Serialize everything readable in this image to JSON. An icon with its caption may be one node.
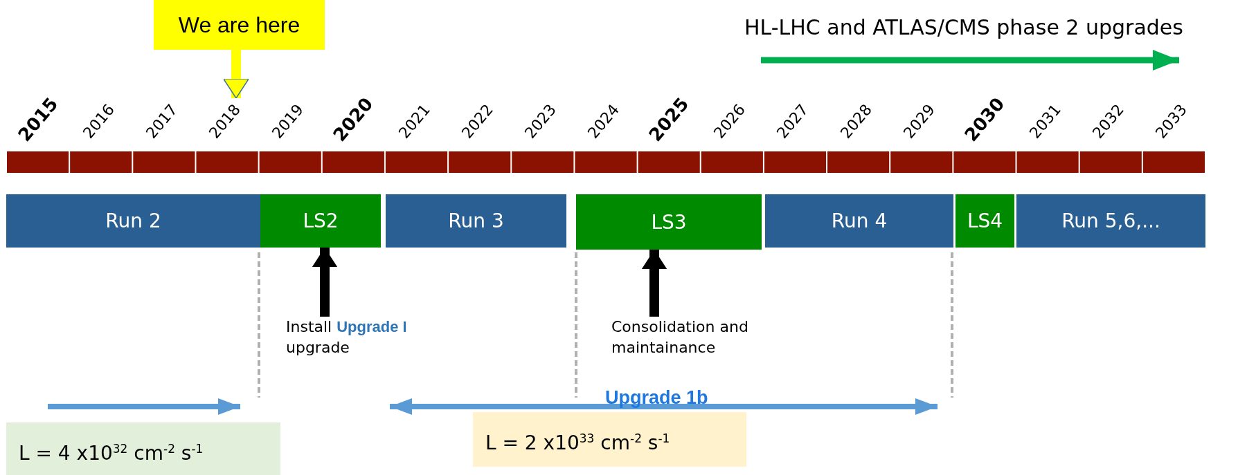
{
  "diagram": {
    "nodes": [
      {
        "text": [
          "We are here"
        ]
      },
      {
        "text": [
          "2018"
        ]
      },
      {
        "text": [
          "Run 2"
        ]
      },
      {
        "text": [
          "LS2"
        ]
      },
      {
        "text": [
          "Run 3"
        ]
      },
      {
        "text": [
          "LS3"
        ]
      },
      {
        "text": [
          "Run 4"
        ]
      },
      {
        "text": [
          "LS4"
        ]
      },
      {
        "text": [
          "Run 5,6,..."
        ]
      },
      {
        "text": [
          "Install **Upgrade I** upgrade"
        ]
      },
      {
        "text": [
          "Consolidation and maintainance"
        ]
      },
      {
        "text": [
          "L = 4 x10$^{32}$ cm$^{-2}$ s$^{-1}$"
        ]
      },
      {
        "text": [
          "L = 2 x10$^{33}$ cm$^{-2}$ s$^{-1}$"
        ]
      }
    ],
    "edges": [
      {
        "from": 0,
        "to": 1,
        "arrow": "to",
        "color": "#ffff00"
      },
      {
        "from": 9,
        "to": 3,
        "arrow": "to"
      },
      {
        "from": 10,
        "to": 5,
        "arrow": "to"
      }
    ],
    "labels": [
      "HL-LHC and ATLAS/CMS phase 2 upgrades",
      "2015",
      "2016",
      "2017",
      "2019",
      "2020",
      "2021",
      "2022",
      "2023",
      "2024",
      "2025",
      "2026",
      "2027",
      "2028",
      "2029",
      "2030",
      "2031",
      "2032",
      "2033",
      "Upgrade 1b"
    ]
  }
}
